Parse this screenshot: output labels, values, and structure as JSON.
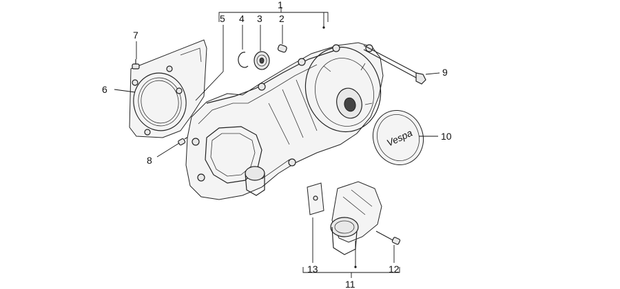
{
  "callouts": {
    "c1": "1",
    "c2": "2",
    "c3": "3",
    "c4": "4",
    "c5": "5",
    "c6": "6",
    "c7": "7",
    "c8": "8",
    "c9": "9",
    "c10": "10",
    "c11": "11",
    "c12": "12",
    "c13": "13"
  },
  "cap_logo": "Vespa",
  "colors": {
    "line": "#222222",
    "background": "#ffffff"
  }
}
